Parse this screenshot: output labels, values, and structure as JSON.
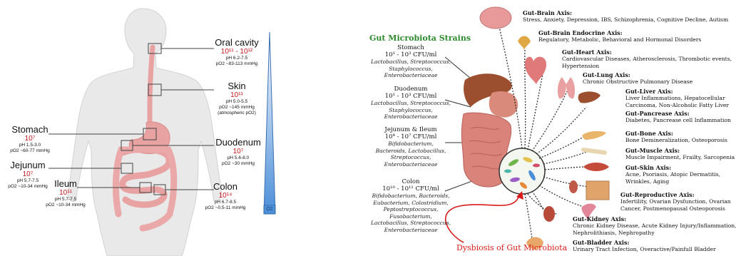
{
  "left_panel": {
    "gradient_label": "O2",
    "sites": [
      {
        "id": "oral",
        "name": "Oral cavity",
        "count": "10¹¹ - 10¹²",
        "ph": "pH 6.2-7.5",
        "po2": "pO2 ~83-113 mmHg",
        "extra": ""
      },
      {
        "id": "skin",
        "name": "Skin",
        "count": "10¹¹",
        "ph": "pH 5.0-5.5",
        "po2": "pO2 ~145 mmHg",
        "extra": "(atmospheric pO2)"
      },
      {
        "id": "stomach",
        "name": "Stomach",
        "count": "10⁷",
        "ph": "pH 1.5-3.0",
        "po2": "pO2 ~60-77 mmHg",
        "extra": ""
      },
      {
        "id": "duodenum",
        "name": "Duodenum",
        "count": "10⁷",
        "ph": "pH 5.6-8.0",
        "po2": "pO2 ~30 mmHg",
        "extra": ""
      },
      {
        "id": "jejunum",
        "name": "Jejunum",
        "count": "10⁷",
        "ph": "pH 5.7-7.5",
        "po2": "pO2 ~10-34 mmHg",
        "extra": ""
      },
      {
        "id": "ileum",
        "name": "Ileum",
        "count": "10¹¹",
        "ph": "pH 5.7-7.5",
        "po2": "pO2 ~10-34 mmHg",
        "extra": ""
      },
      {
        "id": "colon",
        "name": "Colon",
        "count": "10¹⁴",
        "ph": "pH 6.7-8.5",
        "po2": "pO2 ~0.5-11 mmHg",
        "extra": ""
      }
    ]
  },
  "right_panel": {
    "strains_title": "Gut Microbiota Strains",
    "dysbiosis_label": "Dysbiosis of Gut Microbiota",
    "strains": [
      {
        "organ": "Stomach",
        "cfu": "10¹ - 10³ CFU/ml",
        "bacteria": [
          "Lactobacillus, Streptococcus,",
          "Staphylococcus,",
          "Enterobacteriaceae"
        ]
      },
      {
        "organ": "Duodenum",
        "cfu": "10¹ - 10³ CFU/ml",
        "bacteria": [
          "Lactobacillus, Streptococcus,",
          "Staphylococcus,",
          "Enterobacteriaceae"
        ]
      },
      {
        "organ": "Jejunum & Ileum",
        "cfu": "10⁴ - 10⁷ CFU/ml",
        "bacteria": [
          "Bifidobacterium,",
          "Bacteroids, Lactobacillus,",
          "Streptococcus,",
          "Enterobacteriaceae"
        ]
      },
      {
        "organ": "Colon",
        "cfu": "10¹⁰ - 10¹¹ CFU/ml",
        "bacteria": [
          "Bifidobacterium, Bacteroids,",
          "Eubacterium, Colostridium,",
          "Peptostreptococcus,",
          "Fusobacterium,",
          "Lactobacillus, Streptococcus,",
          "Enterobacteriaceae"
        ]
      }
    ],
    "axes": [
      {
        "title": "Gut-Brain Axis:",
        "desc": [
          "Stress, Anxiety, Depression, IBS, Schizophrenia, Cognitive Decline, Autism"
        ]
      },
      {
        "title": "Gut-Brain Endocrine Axis:",
        "desc": [
          "Regulatory, Metabolic, Behavioral and Hormonal Disorders"
        ]
      },
      {
        "title": "Gut-Heart Axis:",
        "desc": [
          "Cardiovascular Diseases, Atherosclerosis, Thrombotic events,",
          "Hypertension"
        ]
      },
      {
        "title": "Gut-Lung Axis:",
        "desc": [
          "Chronic Obstructive Pulmonary Disease"
        ]
      },
      {
        "title": "Gut-Liver Axis:",
        "desc": [
          "Liver Inflammations, Hepatocellular",
          "Carcinoma, Non-Alcoholic Fatty Liver"
        ]
      },
      {
        "title": "Gut-Pancrease Axis:",
        "desc": [
          "Diabetes, Pancrease cell Inflammation"
        ]
      },
      {
        "title": "Gut-Bone Axis:",
        "desc": [
          "Bone Demineralization, Osteoporosis"
        ]
      },
      {
        "title": "Gut-Muscle Axis:",
        "desc": [
          "Muscle Impairment, Frailty, Sarcopenia"
        ]
      },
      {
        "title": "Gut-Skin Axis:",
        "desc": [
          "Acne, Psoriasis, Atopic Dermatitis,",
          "Wrinkles, Aging"
        ]
      },
      {
        "title": "Gut-Reproductive Axis:",
        "desc": [
          "Infertility, Ovarian Dysfunction, Ovarian",
          "Cancer, Postmenopausal Osteoporosis"
        ]
      },
      {
        "title": "Gut-Kidney Axis:",
        "desc": [
          "Chronic Kidney Disease, Acute Kidney Injury/Inflammation,",
          "Nephrolithiasis, Nephropathy"
        ]
      },
      {
        "title": "Gut-Bladder Axis:",
        "desc": [
          "Urinary Tract Infection, Overactive/Painfull Bladder"
        ]
      }
    ]
  }
}
